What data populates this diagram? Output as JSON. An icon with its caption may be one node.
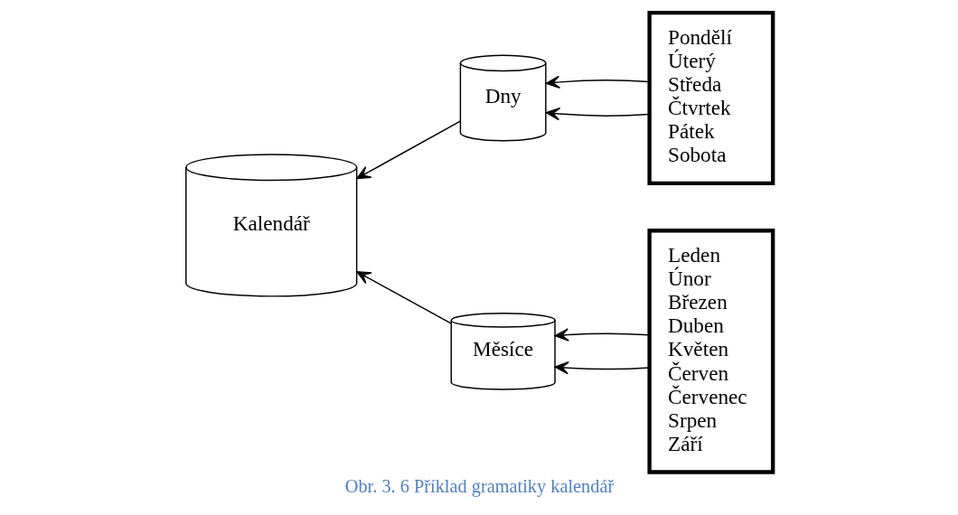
{
  "diagram": {
    "caption": "Obr. 3. 6 Příklad gramatiky kalendář",
    "nodes": [
      {
        "text": [
          "Kalendář"
        ]
      },
      {
        "text": [
          "Dny"
        ]
      },
      {
        "text": [
          "Měsíce"
        ]
      },
      {
        "text": [
          "Pondělí",
          "Úterý",
          "Středa",
          "Čtvrtek",
          "Pátek",
          "Sobota"
        ]
      },
      {
        "text": [
          "Leden",
          "Únor",
          "Březen",
          "Duben",
          "Květen",
          "Červen",
          "Červenec",
          "Srpen",
          "Září"
        ]
      }
    ],
    "edges": [
      {
        "from": 1,
        "to": 0,
        "arrow": "to"
      },
      {
        "from": 3,
        "to": 1,
        "arrow": "to"
      },
      {
        "from": 3,
        "to": 1,
        "arrow": "to"
      },
      {
        "from": 2,
        "to": 0,
        "arrow": "to"
      },
      {
        "from": 4,
        "to": 2,
        "arrow": "to"
      },
      {
        "from": 4,
        "to": 2,
        "arrow": "to"
      }
    ]
  }
}
